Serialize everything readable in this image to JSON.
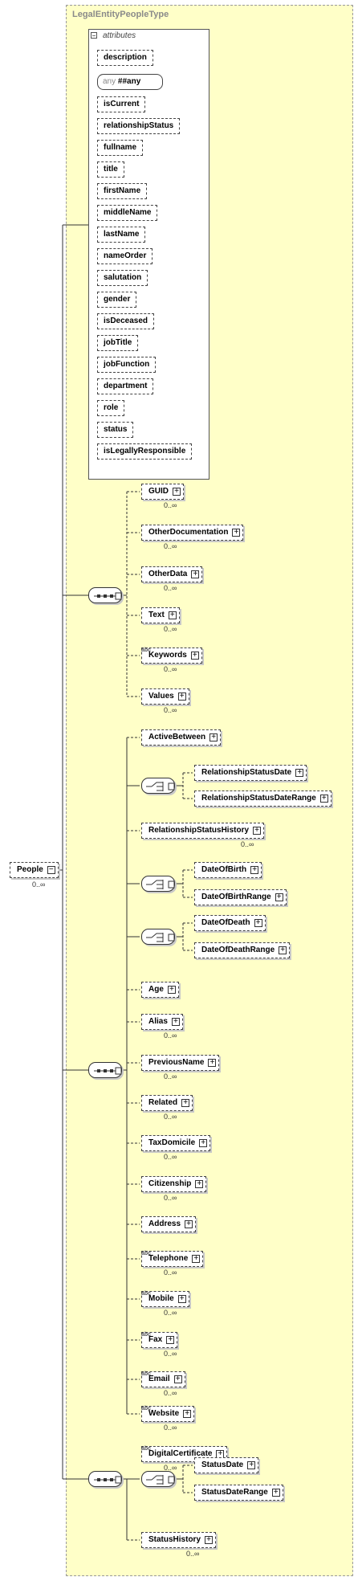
{
  "type_name": "LegalEntityPeopleType",
  "attributes_label": "attributes",
  "attributes": [
    "description",
    "isCurrent",
    "relationshipStatus",
    "fullname",
    "title",
    "firstName",
    "middleName",
    "lastName",
    "nameOrder",
    "salutation",
    "gender",
    "isDeceased",
    "jobTitle",
    "jobFunction",
    "department",
    "role",
    "status",
    "isLegallyResponsible"
  ],
  "any_attribute": {
    "label": "any",
    "value": "##any"
  },
  "root": {
    "name": "People",
    "cardinality": "0..∞"
  },
  "seq1": [
    {
      "name": "GUID",
      "card": "0..∞"
    },
    {
      "name": "OtherDocumentation",
      "card": "0..∞"
    },
    {
      "name": "OtherData",
      "card": "0..∞"
    },
    {
      "name": "Text",
      "card": "0..∞"
    },
    {
      "name": "Keywords",
      "card": "0..∞"
    },
    {
      "name": "Values",
      "card": "0..∞"
    }
  ],
  "seq2": {
    "active_between": "ActiveBetween",
    "choice1": [
      "RelationshipStatusDate",
      "RelationshipStatusDateRange"
    ],
    "relationship_status_history": {
      "name": "RelationshipStatusHistory",
      "card": "0..∞"
    },
    "choice2": [
      "DateOfBirth",
      "DateOfBirthRange"
    ],
    "choice3": [
      "DateOfDeath",
      "DateOfDeathRange"
    ],
    "items": [
      {
        "name": "Age",
        "card": ""
      },
      {
        "name": "Alias",
        "card": "0..∞"
      },
      {
        "name": "PreviousName",
        "card": "0..∞"
      },
      {
        "name": "Related",
        "card": "0..∞"
      },
      {
        "name": "TaxDomicile",
        "card": "0..∞"
      },
      {
        "name": "Citizenship",
        "card": "0..∞"
      },
      {
        "name": "Address",
        "card": ""
      },
      {
        "name": "Telephone",
        "card": "0..∞"
      },
      {
        "name": "Mobile",
        "card": "0..∞"
      },
      {
        "name": "Fax",
        "card": "0..∞"
      },
      {
        "name": "Email",
        "card": "0..∞"
      },
      {
        "name": "Website",
        "card": "0..∞"
      },
      {
        "name": "DigitalCertificate",
        "card": "0..∞"
      }
    ]
  },
  "seq3": {
    "choice": [
      "StatusDate",
      "StatusDateRange"
    ],
    "status_history": {
      "name": "StatusHistory",
      "card": "0..∞"
    }
  },
  "mark_label": "abc"
}
